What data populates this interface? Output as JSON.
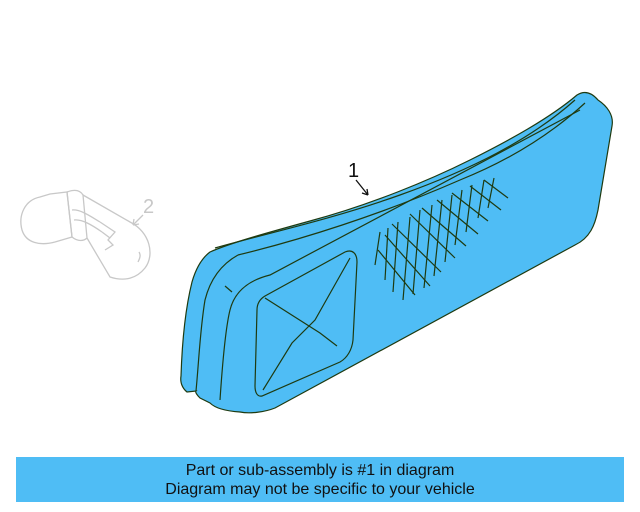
{
  "diagram": {
    "callouts": [
      {
        "number": "1",
        "part": "lamp-assembly",
        "highlighted": true
      },
      {
        "number": "2",
        "part": "bulb",
        "highlighted": false
      }
    ],
    "colors": {
      "highlight_fill": "#4FBDF5",
      "highlight_stroke": "#1E3A10",
      "ghost_stroke": "#C8C8C8"
    }
  },
  "banner": {
    "line1": "Part or sub-assembly is #1 in diagram",
    "line2": "Diagram may not be specific to your vehicle",
    "background": "#4FBDF5"
  }
}
